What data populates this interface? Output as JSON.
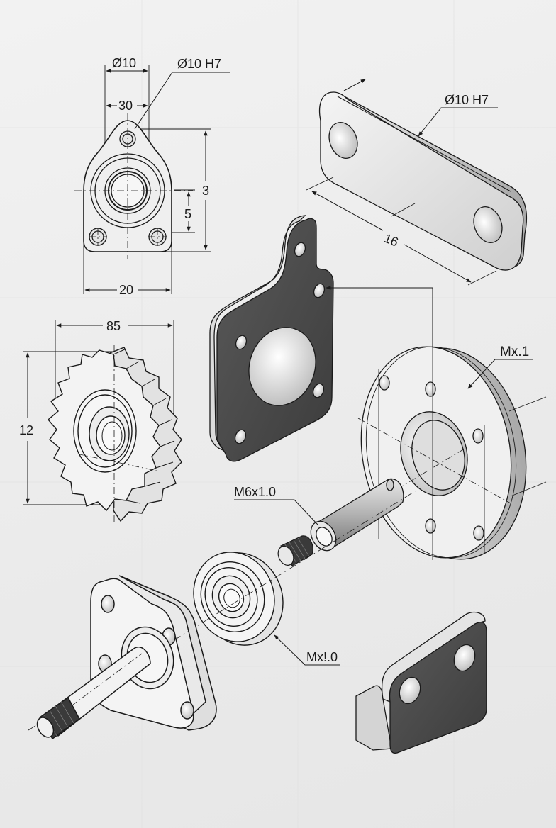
{
  "drawing": {
    "type": "exploded mechanical assembly drawing",
    "colors": {
      "background": "#ececec",
      "line": "#1a1a1a",
      "dark_metal": "#4a4a4a",
      "light_metal": "#d8d8d8",
      "mid_metal": "#9a9a9a"
    }
  },
  "parts": {
    "flange_front_view": {
      "label_dia_top": "Ø10",
      "label_dia_h7": "Ø10 H7",
      "label_width_inner": "30",
      "label_height": "3",
      "label_hole_offset": "5",
      "label_width": "20"
    },
    "link_plate": {
      "label_hole": "Ø10 H7",
      "label_length": "16"
    },
    "sprocket": {
      "label_width": "85",
      "label_height": "12"
    },
    "bracket_plate": {},
    "round_flange": {
      "label_thread": "Mx.1"
    },
    "sleeve": {
      "label_thread": "M6x1.0"
    },
    "bearing_ring": {
      "label_thread": "Mx!.0"
    },
    "shaft_flange": {},
    "angle_block": {}
  }
}
